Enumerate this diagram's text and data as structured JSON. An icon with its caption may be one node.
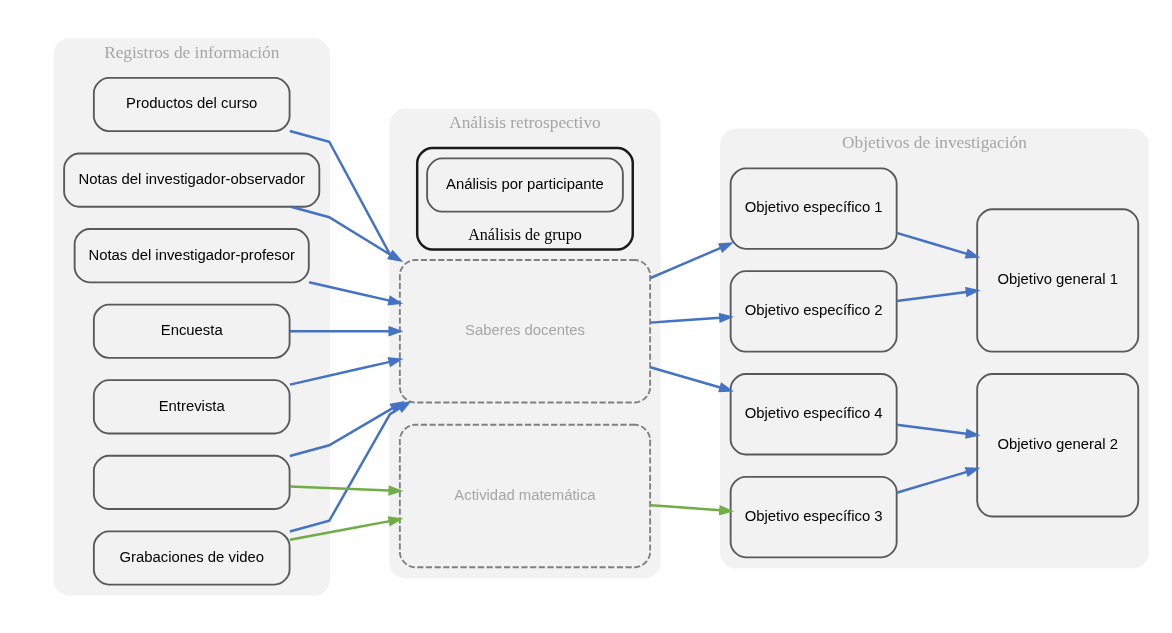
{
  "diagram": {
    "nodes": [
      {
        "text": [
          "Registros de información"
        ]
      },
      {
        "text": [
          "Encuesta"
        ],
        "in": 0
      },
      {
        "text": [
          "Grabaciones de video"
        ],
        "in": 0
      },
      {
        "text": [],
        "shape": "box",
        "in": 0
      },
      {
        "text": [
          "Notas del investigador-profesor"
        ],
        "in": 0
      },
      {
        "text": [
          "Notas del investigador-observador"
        ],
        "in": 0
      },
      {
        "text": [
          "Productos del curso"
        ],
        "in": 0
      },
      {
        "text": [
          "Entrevista"
        ],
        "in": 0
      },
      {
        "text": [
          "Análisis retrospectivo"
        ]
      },
      {
        "text": [
          "Actividad matemática"
        ],
        "in": 8
      },
      {
        "text": [
          "Saberes docentes"
        ],
        "in": 8
      },
      {
        "text": [
          "Análisis de grupo"
        ],
        "in": 8
      },
      {
        "text": [
          "Análisis por participante"
        ],
        "in": 11
      },
      {
        "text": [
          "Objetivos de investigación"
        ]
      },
      {
        "text": [
          "Objetivo específico 1"
        ],
        "in": 13
      },
      {
        "text": [
          "Objetivo específico 2"
        ],
        "in": 13
      },
      {
        "text": [
          "Objetivo general 1"
        ],
        "in": 13
      },
      {
        "text": [
          "Objetivo específico 3"
        ],
        "in": 13
      },
      {
        "text": [
          "Objetivo específico 4"
        ],
        "in": 13
      },
      {
        "text": [
          "Objetivo general 2"
        ],
        "in": 13
      }
    ],
    "edges": [
      {
        "from": 1,
        "to": 10,
        "arrow": "to"
      },
      {
        "from": 2,
        "to": 10,
        "arrow": "to"
      },
      {
        "from": 3,
        "to": 10,
        "arrow": "to"
      },
      {
        "from": 4,
        "to": 10,
        "arrow": "to"
      },
      {
        "from": 5,
        "to": 10,
        "arrow": "to"
      },
      {
        "from": 6,
        "to": 10,
        "arrow": "to"
      },
      {
        "from": 7,
        "to": 10,
        "arrow": "to"
      },
      {
        "from": 2,
        "to": 9,
        "arrow": "to",
        "color": "#70ad47"
      },
      {
        "from": 3,
        "to": 9,
        "arrow": "to",
        "color": "#70ad47"
      },
      {
        "from": 9,
        "to": 17,
        "arrow": "to",
        "color": "#70ad47"
      },
      {
        "from": 10,
        "to": 14,
        "arrow": "to"
      },
      {
        "from": 10,
        "to": 15,
        "arrow": "to"
      },
      {
        "from": 10,
        "to": 18,
        "arrow": "to"
      },
      {
        "from": 14,
        "to": 16,
        "arrow": "to"
      },
      {
        "from": 15,
        "to": 16,
        "arrow": "to"
      },
      {
        "from": 17,
        "to": 19,
        "arrow": "to"
      },
      {
        "from": 18,
        "to": 19,
        "arrow": "to"
      }
    ]
  }
}
